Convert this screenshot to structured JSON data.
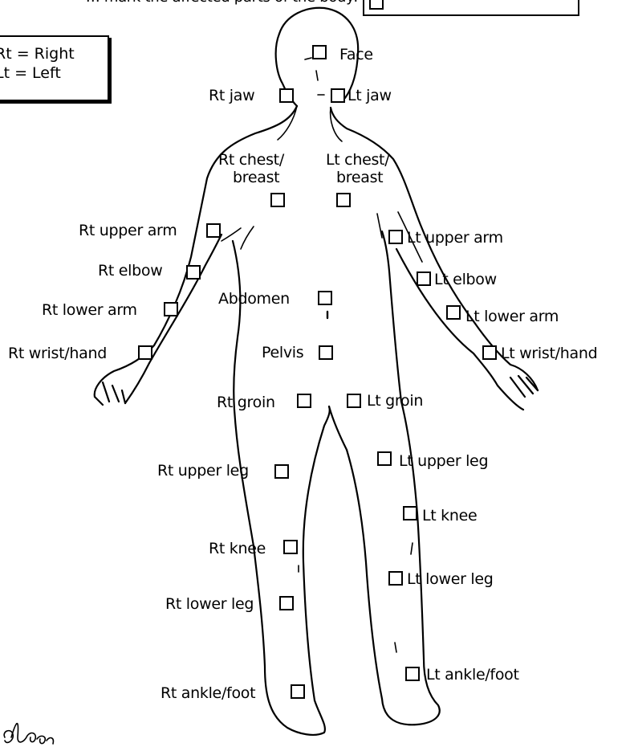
{
  "header": {
    "instruction": "… mark the affected parts of the body:"
  },
  "legend": {
    "right": "Rt = Right",
    "left": "Lt = Left"
  },
  "labels": {
    "face": "Face",
    "rt_jaw": "Rt jaw",
    "lt_jaw": "Lt jaw",
    "rt_chest_1": "Rt chest/",
    "rt_chest_2": "breast",
    "lt_chest_1": "Lt chest/",
    "lt_chest_2": "breast",
    "rt_upper_arm": "Rt upper arm",
    "lt_upper_arm": "Lt upper arm",
    "rt_elbow": "Rt elbow",
    "lt_elbow": "Lt elbow",
    "abdomen": "Abdomen",
    "rt_lower_arm": "Rt lower arm",
    "lt_lower_arm": "Lt lower arm",
    "rt_wrist_hand": "Rt wrist/hand",
    "pelvis": "Pelvis",
    "lt_wrist_hand": "Lt wrist/hand",
    "rt_groin": "Rt groin",
    "lt_groin": "Lt groin",
    "lt_upper_leg": "Lt upper leg",
    "rt_upper_leg": "Rt upper leg",
    "lt_knee": "Lt knee",
    "rt_knee": "Rt knee",
    "lt_lower_leg": "Lt lower leg",
    "rt_lower_leg": "Rt lower leg",
    "lt_ankle_foot": "Lt ankle/foot",
    "rt_ankle_foot": "Rt ankle/foot"
  },
  "signature_text": "dlcox"
}
